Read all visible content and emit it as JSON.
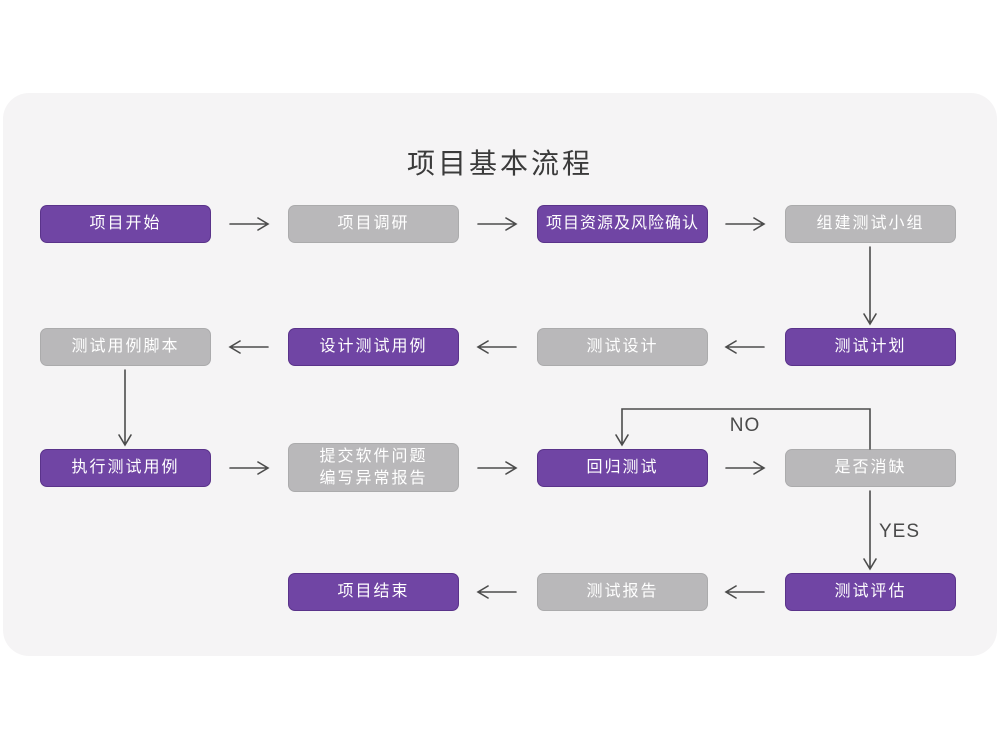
{
  "title": "项目基本流程",
  "colors": {
    "page_bg": "#FFFFFF",
    "card_bg": "#F5F4F5",
    "node_purple": "#7045A4",
    "node_gray": "#B9B8BA",
    "node_text": "#FFFFFF",
    "arrow": "#4C4C4C",
    "title_text": "#3B3B3B"
  },
  "nodes": [
    {
      "id": "project-start",
      "label": "项目开始",
      "type": "purple"
    },
    {
      "id": "project-research",
      "label": "项目调研",
      "type": "gray"
    },
    {
      "id": "resource-risk-confirm",
      "label": "项目资源及风险确认",
      "type": "purple"
    },
    {
      "id": "build-test-team",
      "label": "组建测试小组",
      "type": "gray"
    },
    {
      "id": "test-plan",
      "label": "测试计划",
      "type": "purple"
    },
    {
      "id": "test-design",
      "label": "测试设计",
      "type": "gray"
    },
    {
      "id": "design-test-cases",
      "label": "设计测试用例",
      "type": "purple"
    },
    {
      "id": "test-case-script",
      "label": "测试用例脚本",
      "type": "gray"
    },
    {
      "id": "run-test-cases",
      "label": "执行测试用例",
      "type": "purple"
    },
    {
      "id": "submit-issue-report",
      "label": "提交软件问题",
      "label2": "编写异常报告",
      "type": "gray"
    },
    {
      "id": "regression-test",
      "label": "回归测试",
      "type": "purple"
    },
    {
      "id": "defect-cleared",
      "label": "是否消缺",
      "type": "gray"
    },
    {
      "id": "test-evaluation",
      "label": "测试评估",
      "type": "purple"
    },
    {
      "id": "test-report",
      "label": "测试报告",
      "type": "gray"
    },
    {
      "id": "project-end",
      "label": "项目结束",
      "type": "purple"
    }
  ],
  "edges": [
    {
      "from": "project-start",
      "to": "project-research",
      "label": ""
    },
    {
      "from": "project-research",
      "to": "resource-risk-confirm",
      "label": ""
    },
    {
      "from": "resource-risk-confirm",
      "to": "build-test-team",
      "label": ""
    },
    {
      "from": "build-test-team",
      "to": "test-plan",
      "label": ""
    },
    {
      "from": "test-plan",
      "to": "test-design",
      "label": ""
    },
    {
      "from": "test-design",
      "to": "design-test-cases",
      "label": ""
    },
    {
      "from": "design-test-cases",
      "to": "test-case-script",
      "label": ""
    },
    {
      "from": "test-case-script",
      "to": "run-test-cases",
      "label": ""
    },
    {
      "from": "run-test-cases",
      "to": "submit-issue-report",
      "label": ""
    },
    {
      "from": "submit-issue-report",
      "to": "regression-test",
      "label": ""
    },
    {
      "from": "regression-test",
      "to": "defect-cleared",
      "label": ""
    },
    {
      "from": "defect-cleared",
      "to": "regression-test",
      "label": "NO"
    },
    {
      "from": "defect-cleared",
      "to": "test-evaluation",
      "label": "YES"
    },
    {
      "from": "test-evaluation",
      "to": "test-report",
      "label": ""
    },
    {
      "from": "test-report",
      "to": "project-end",
      "label": ""
    }
  ]
}
